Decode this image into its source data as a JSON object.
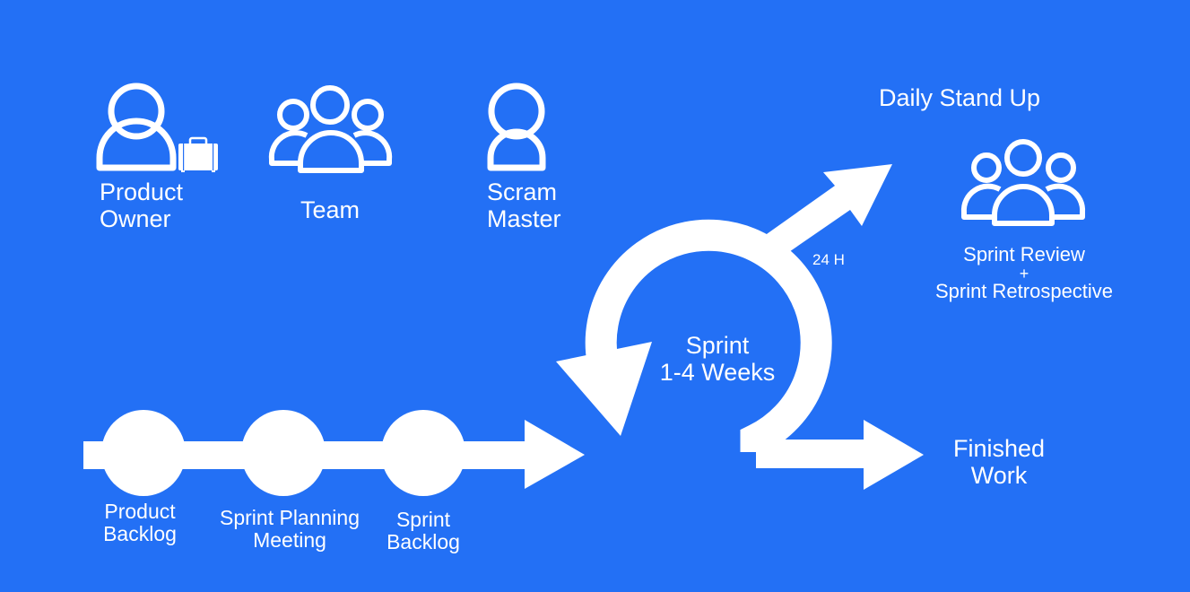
{
  "colors": {
    "background": "#2370F5",
    "foreground": "#FFFFFF"
  },
  "roles": [
    {
      "id": "product-owner",
      "icon": "person-with-briefcase-icon",
      "lines": [
        "Product",
        "Owner"
      ]
    },
    {
      "id": "team",
      "icon": "group-icon",
      "lines": [
        "Team"
      ]
    },
    {
      "id": "scram-master",
      "icon": "person-icon",
      "lines": [
        "Scram",
        "Master"
      ]
    }
  ],
  "pipeline": {
    "steps": [
      {
        "lines": [
          "Product",
          "Backlog"
        ]
      },
      {
        "lines": [
          "Sprint Planning",
          "Meeting"
        ]
      },
      {
        "lines": [
          "Sprint",
          "Backlog"
        ]
      }
    ]
  },
  "sprint_cycle": {
    "lines": [
      "Sprint",
      "1-4 Weeks"
    ],
    "daily_interval": "24 H"
  },
  "daily_standup": {
    "title": "Daily Stand Up",
    "icon": "group-icon",
    "review_lines": [
      "Sprint Review",
      "+",
      "Sprint Retrospective"
    ]
  },
  "finished": {
    "lines": [
      "Finished",
      "Work"
    ]
  }
}
